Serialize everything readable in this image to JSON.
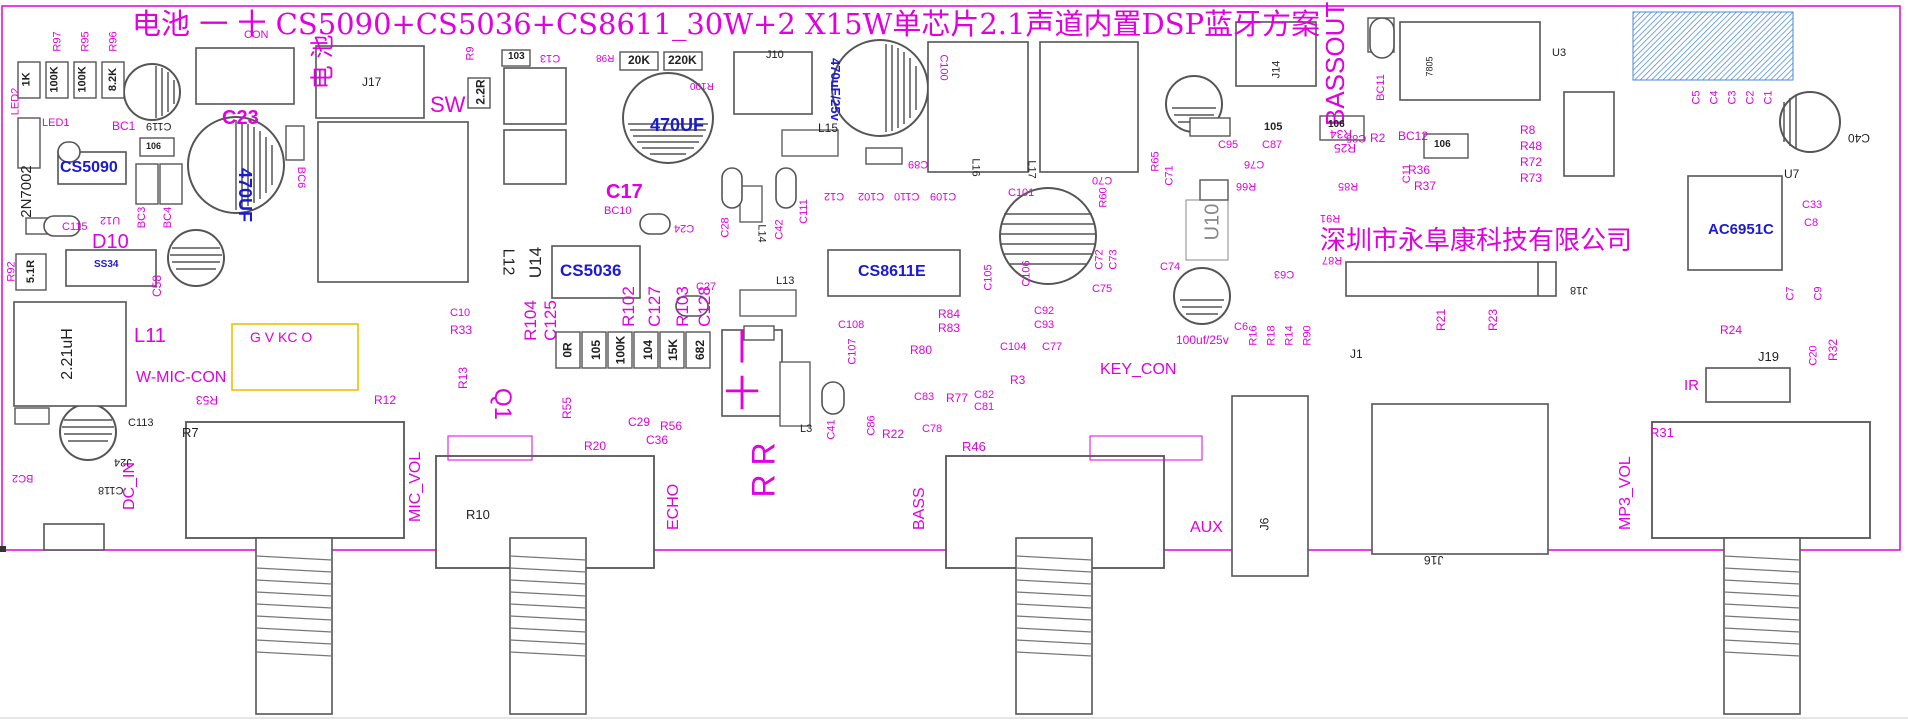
{
  "board": {
    "title": "电池 一 十 CS5090+CS5036+CS8611_30W+2 X15W单芯片2.1声道内置DSP蓝牙方案",
    "company": "深圳市永阜康科技有限公司",
    "colors": {
      "silk": "#e000e0",
      "outline": "#555555",
      "value_text": "#1a1ad0",
      "border": "#e000e0"
    }
  },
  "chips": {
    "cs5090": "CS5090",
    "cs5036": "CS5036",
    "cs8611": "CS8611E",
    "ac6951": "AC6951C",
    "u10": "U10",
    "u14": "U14",
    "u3": "U3",
    "u7": "U7",
    "ic7805": "7805"
  },
  "connectors": {
    "dc_in": "DC_IN",
    "mic_vol": "MIC_VOL",
    "echo": "ECHO",
    "bass": "BASS",
    "aux": "AUX",
    "mp3_vol": "MP3_VOL",
    "w_mic_con": "W-MIC-CON",
    "key_con": "KEY_CON",
    "bassout": "BASSOUT",
    "sw": "SW",
    "ir": "IR",
    "gvkco": "G V KC O",
    "con": "CON",
    "battery": "电 池",
    "j6": "J6",
    "j1": "J1",
    "j19": "J19",
    "j17": "J17",
    "j10": "J10",
    "j14": "J14",
    "j18": "J18",
    "j24": "J24",
    "j16": "J16"
  },
  "pots": {
    "r7": "R7",
    "r10": "R10",
    "r46": "R46",
    "r31": "R31"
  },
  "big_parts": {
    "c23": "C23",
    "c23_val": "470UF",
    "c17": "C17",
    "c17_val": "470UF",
    "c100_val": "470uF/25v",
    "c100": "C100",
    "c99_val": "100uf/25v",
    "c101": "C101",
    "d10": "D10",
    "ss34": "SS34",
    "l11": "L11",
    "l11_val": "2.21uH",
    "l12": "L12",
    "l15": "L15",
    "l16": "L16",
    "l17": "L17",
    "l13": "L13",
    "l14": "L14",
    "l3": "L3",
    "q1": "Q1",
    "q2": "2N7002",
    "bc1": "BC1",
    "bc2": "BC2",
    "bc3": "BC3",
    "bc4": "BC4",
    "bc6": "BC6",
    "bc10": "BC10",
    "bc11": "BC11",
    "bc12": "BC12",
    "c40": "C40",
    "c118": "C118",
    "c113": "C113",
    "c119": "C119",
    "c58": "C58",
    "r": "R R",
    "plus": "十",
    "minus": "一"
  },
  "resistor_values": {
    "r_1k": "1K",
    "r_100k": "100K",
    "r_100k2": "100K",
    "r_8k2": "8.2K",
    "r_20k": "20K",
    "r_220k": "220K",
    "r_2r2": "2.2R",
    "r_103": "103",
    "r_0r": "0R",
    "r_105": "105",
    "r_100k3": "100K",
    "r_104": "104",
    "r_15k": "15K",
    "r_682": "682",
    "r_5r1": "5.1R",
    "r_106a": "106",
    "r_106b": "106",
    "r_106c": "106",
    "r_105b": "105"
  },
  "ref_labels": {
    "r97": "R97",
    "r95": "R95",
    "r96": "R96",
    "r92": "R92",
    "r9": "R9",
    "r98": "R98",
    "r100": "R100",
    "r102": "R102",
    "r103": "R103",
    "r104": "R104",
    "c125": "C125",
    "c127": "C127",
    "c128": "C128",
    "r33": "R33",
    "r13": "R13",
    "r53": "R53",
    "r12": "R12",
    "r20": "R20",
    "r56": "R56",
    "r55": "R55",
    "r22": "R22",
    "r80": "R80",
    "r83": "R83",
    "r84": "R84",
    "r77": "R77",
    "r3": "R3",
    "r21": "R21",
    "r23": "R23",
    "r24": "R24",
    "r32": "R32",
    "r8": "R8",
    "r48": "R48",
    "r72": "R72",
    "r73": "R73",
    "r36": "R36",
    "r37": "R37",
    "r2": "R2",
    "r25": "R25",
    "r34": "R34",
    "r66": "R66",
    "r91": "R91",
    "r18": "R18",
    "r16": "R16",
    "r14": "R14",
    "r90": "R90",
    "r87": "R87",
    "r85": "R85",
    "r60": "R60",
    "r65": "R65",
    "c10": "C10",
    "c29": "C29",
    "c36": "C36",
    "c27": "C27",
    "c24": "C24",
    "c28": "C28",
    "c42": "C42",
    "c12": "C12",
    "c13": "C13",
    "c111": "C111",
    "c102": "C102",
    "c110": "C110",
    "c109": "C109",
    "c89": "C89",
    "c75": "C75",
    "c70": "C70",
    "c71": "C71",
    "c74": "C74",
    "c72": "C72",
    "c73": "C73",
    "c92": "C92",
    "c93": "C93",
    "c104": "C104",
    "c77": "C77",
    "c82": "C82",
    "c81": "C81",
    "c83": "C83",
    "c78": "C78",
    "c108": "C108",
    "c107": "C107",
    "c106": "C106",
    "c105": "C105",
    "c41": "C41",
    "c86": "C86",
    "c95": "C95",
    "c87": "C87",
    "c85": "C85",
    "c63": "C63",
    "c76": "C76",
    "c11": "C11",
    "c5": "C5",
    "c4": "C4",
    "c3": "C3",
    "c2": "C2",
    "c1": "C1",
    "c33": "C33",
    "c8": "C8",
    "c7": "C7",
    "c9": "C9",
    "c20": "C20",
    "led2": "LED2",
    "led1": "LED1",
    "c115": "C115",
    "u12": "U12",
    "c6": "C6"
  }
}
